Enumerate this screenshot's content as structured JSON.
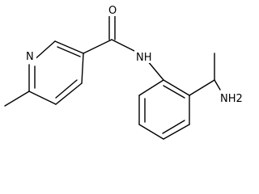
{
  "diagram": {
    "atoms": {
      "ring_n": "N",
      "carbonyl_o": "O",
      "amide_nh": "NH",
      "amine": "NH2"
    }
  }
}
